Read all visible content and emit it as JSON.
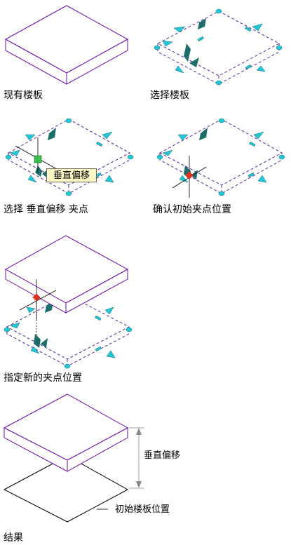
{
  "captions": {
    "existing_slab": "现有楼板",
    "select_slab": "选择楼板",
    "select_grip": "选择 垂直偏移 夹点",
    "confirm_grip": "确认初始夹点位置",
    "new_grip": "指定新的夹点位置",
    "result": "结果"
  },
  "tooltip": "垂直偏移",
  "annotations": {
    "vertical_offset": "垂直偏移",
    "initial_position": "初始楼板位置"
  },
  "colors": {
    "slab_outline": "#6a0dad",
    "grip_cyan": "#22c8d8",
    "grip_teal": "#1c6e6a",
    "grip_selected": "#3cc24a",
    "grip_red": "#e0301e",
    "dashed": "#5a2aa0"
  }
}
